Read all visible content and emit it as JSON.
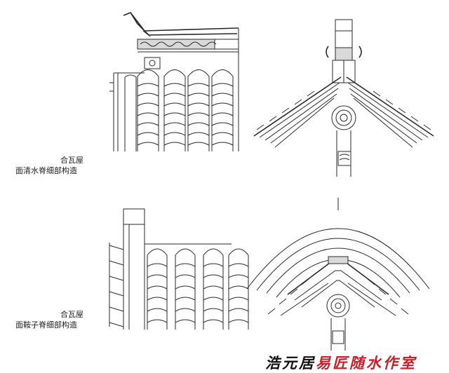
{
  "captions": {
    "top_small": "合瓦屋",
    "top_main": "面清水脊细部构造",
    "bottom_small": "合瓦屋",
    "bottom_main": "面鞍子脊细部构造"
  },
  "watermark": {
    "part_black": "浩元居",
    "part_red": "易匠随水作室"
  },
  "colors": {
    "line": "#2a2a2a",
    "watermark_red": "#c8202a"
  }
}
